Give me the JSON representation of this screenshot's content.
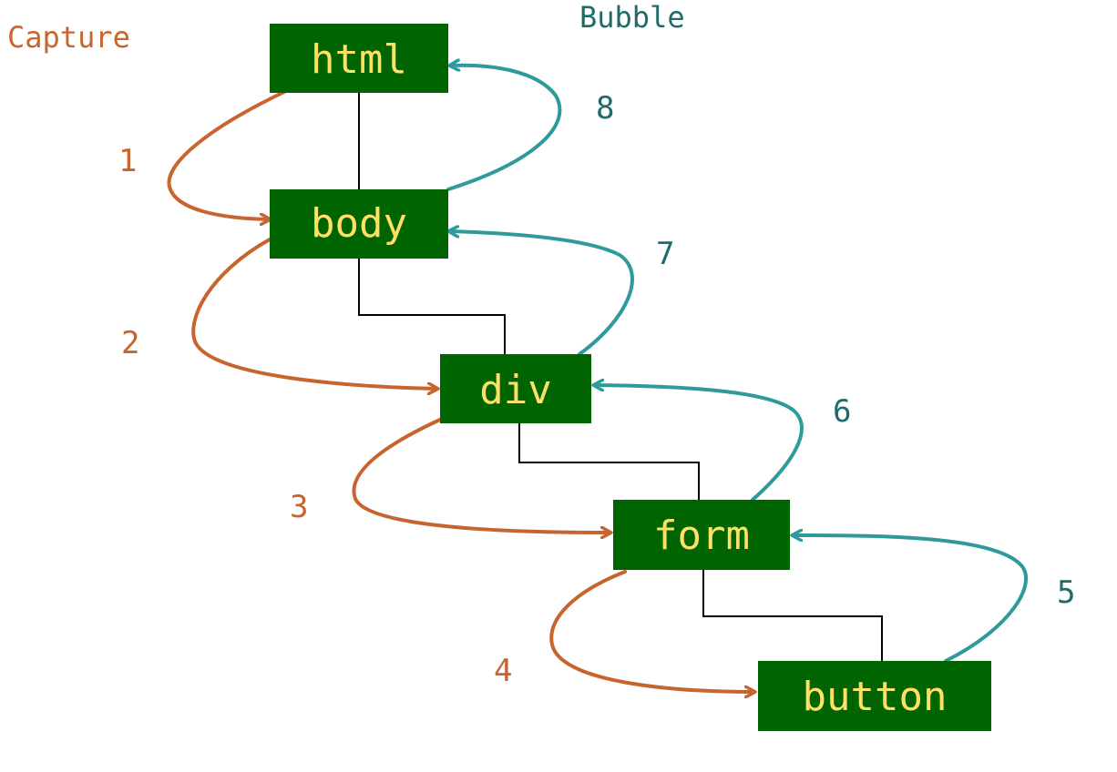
{
  "colors": {
    "capture": "#c8642e",
    "bubble": "#2e9a9c",
    "bubble_text": "#1f6a6a",
    "node_fill": "#006400",
    "node_text": "#ffe066"
  },
  "phases": {
    "capture": "Capture",
    "bubble": "Bubble"
  },
  "nodes": [
    {
      "id": "html",
      "label": "html"
    },
    {
      "id": "body",
      "label": "body"
    },
    {
      "id": "div",
      "label": "div"
    },
    {
      "id": "form",
      "label": "form"
    },
    {
      "id": "button",
      "label": "button"
    }
  ],
  "capture_steps": [
    {
      "label": "1",
      "from": "html",
      "to": "body"
    },
    {
      "label": "2",
      "from": "body",
      "to": "div"
    },
    {
      "label": "3",
      "from": "div",
      "to": "form"
    },
    {
      "label": "4",
      "from": "form",
      "to": "button"
    }
  ],
  "bubble_steps": [
    {
      "label": "5",
      "from": "button",
      "to": "form"
    },
    {
      "label": "6",
      "from": "form",
      "to": "div"
    },
    {
      "label": "7",
      "from": "div",
      "to": "body"
    },
    {
      "label": "8",
      "from": "body",
      "to": "html"
    }
  ]
}
